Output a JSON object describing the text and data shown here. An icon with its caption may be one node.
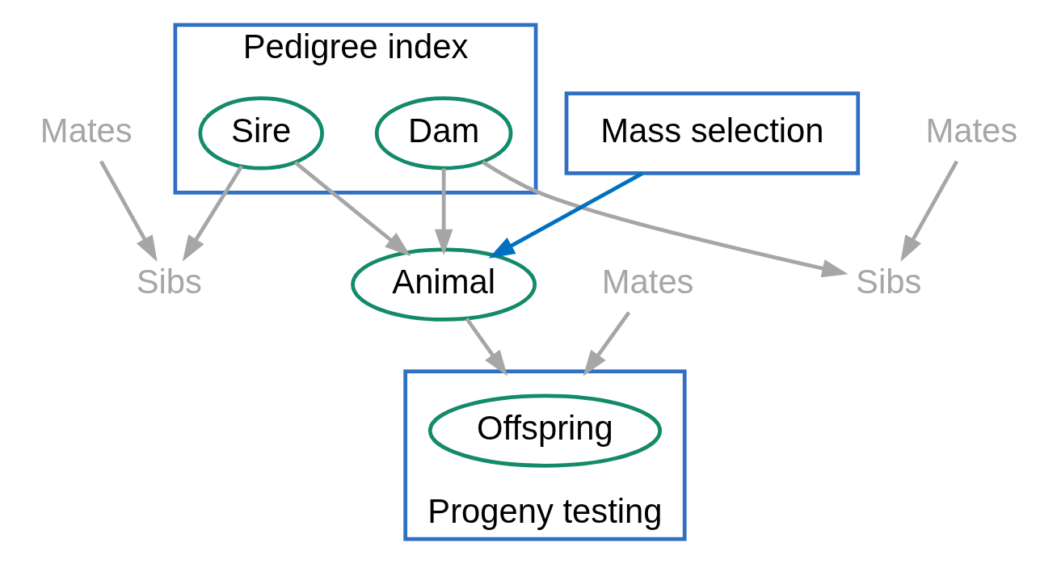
{
  "diagram": {
    "nodes": [
      {
        "text": [
          "Pedigree index"
        ]
      },
      {
        "text": [
          "Sire"
        ],
        "in": 0
      },
      {
        "text": [
          "Dam"
        ],
        "in": 0
      },
      {
        "text": [
          "Mates"
        ]
      },
      {
        "text": [
          "Sibs"
        ]
      },
      {
        "text": [
          "Animal"
        ]
      },
      {
        "text": [
          "Mates"
        ]
      },
      {
        "text": [
          "Sibs"
        ]
      },
      {
        "text": [
          "Mates"
        ]
      },
      {
        "text": [
          "Mass selection"
        ]
      },
      {
        "text": [
          "Progeny testing"
        ]
      },
      {
        "text": [
          "Offspring"
        ],
        "in": 10
      }
    ],
    "edges": [
      {
        "from": 3,
        "to": 4,
        "arrow": "to"
      },
      {
        "from": 1,
        "to": 4,
        "arrow": "to"
      },
      {
        "from": 1,
        "to": 5,
        "arrow": "to"
      },
      {
        "from": 2,
        "to": 5,
        "arrow": "to"
      },
      {
        "from": 2,
        "to": 7,
        "arrow": "to"
      },
      {
        "from": 6,
        "to": 7,
        "arrow": "to"
      },
      {
        "from": 9,
        "to": 5,
        "arrow": "to",
        "color": "#0070c0"
      },
      {
        "from": 5,
        "to": 10,
        "arrow": "to"
      },
      {
        "from": 8,
        "to": 10,
        "arrow": "to"
      }
    ]
  }
}
